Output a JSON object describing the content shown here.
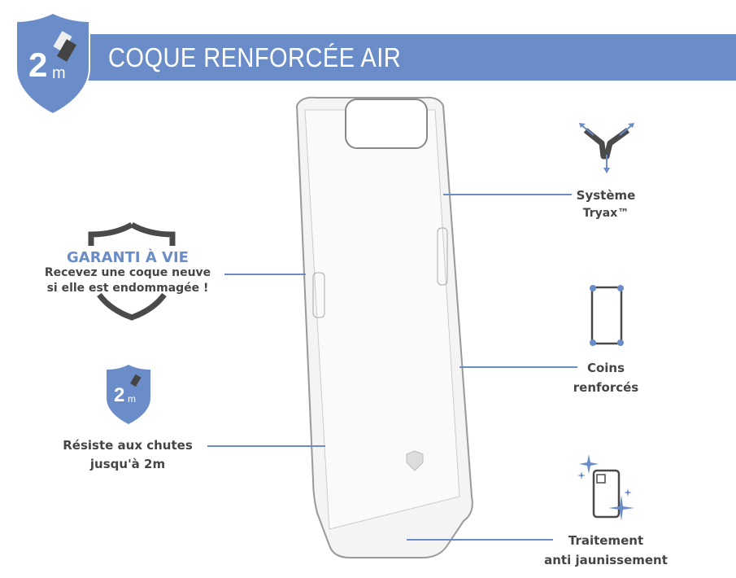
{
  "header": {
    "title": "COQUE RENFORCÉE AIR",
    "badge_number": "2",
    "badge_unit": "m"
  },
  "features": {
    "guarantee": {
      "title": "GARANTI À VIE",
      "line1": "Recevez une coque neuve",
      "line2": "si elle est endommagée !"
    },
    "drop": {
      "badge_number": "2",
      "badge_unit": "m",
      "line1": "Résiste aux chutes",
      "line2": "jusqu'à 2m"
    },
    "tryax": {
      "line1": "Système",
      "line2": "Tryax™"
    },
    "corners": {
      "line1": "Coins",
      "line2": "renforcés"
    },
    "yellowing": {
      "line1": "Traitement",
      "line2": "anti jaunissement"
    }
  },
  "colors": {
    "accent": "#6a8cc8",
    "text": "#454545"
  }
}
